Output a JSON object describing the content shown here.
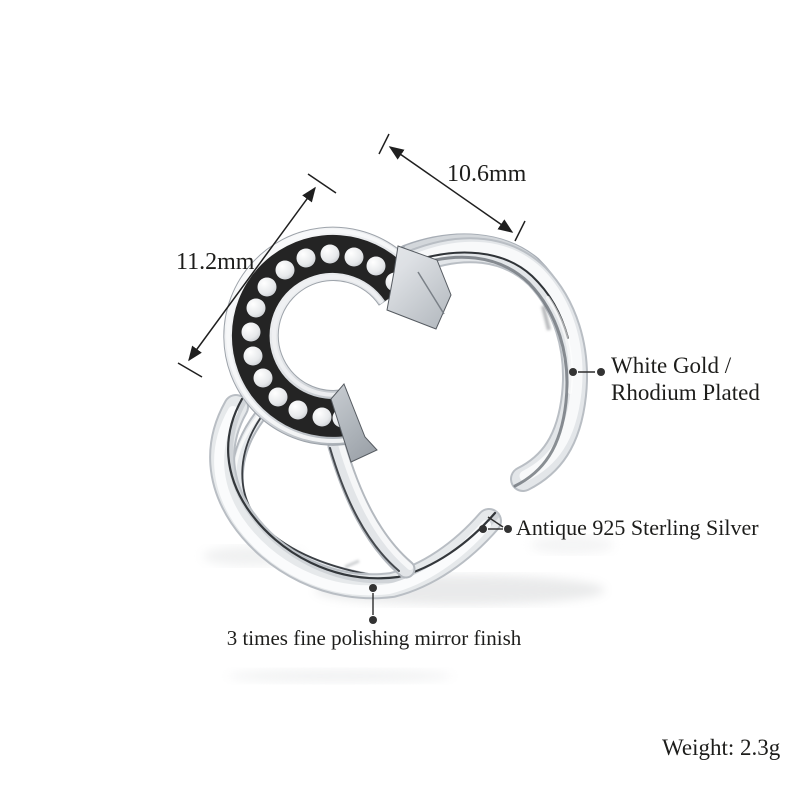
{
  "page": {
    "background": "#ffffff"
  },
  "annotations": {
    "dim_width_label": "10.6mm",
    "dim_height_label": "11.2mm",
    "plating_line1": "White Gold /",
    "plating_line2": "Rhodium Plated",
    "material_label": "Antique 925 Sterling Silver",
    "finish_label": "3 times fine polishing mirror finish",
    "weight_label": "Weight: 2.3g"
  },
  "colors": {
    "annotation_text": "#1d1d1b",
    "annotation_lines": "#1f1f1f",
    "silver_light": "#f8f9fa",
    "silver_mid": "#c9cdd2",
    "silver_dark": "#8e949c",
    "oxidized_channel": "#242424"
  }
}
